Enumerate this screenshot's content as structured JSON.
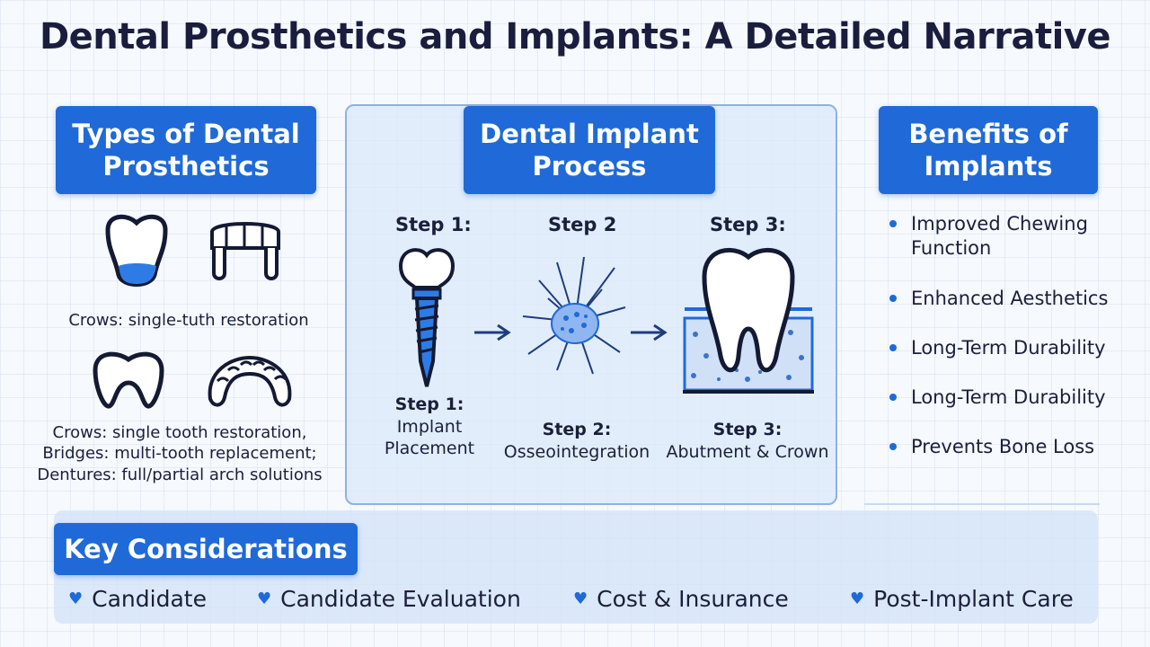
{
  "title": "Dental Prosthetics and Implants: A Detailed Narrative",
  "colors": {
    "accent": "#1f6ad8",
    "panel": "#dae8fa",
    "text": "#1b1f3a"
  },
  "left_panel": {
    "heading_line1": "Types of Dental",
    "heading_line2": "Prosthetics",
    "caption_top": "Crows: single-tuth restoration",
    "caption_bottom_line1": "Crows: single tooth restoration,",
    "caption_bottom_line2": "Bridges: multi-tooth replacement;",
    "caption_bottom_line3": "Dentures: full/partial arch solutions",
    "icons": [
      "crown-tooth-icon",
      "bridge-teeth-icon",
      "molar-outline-icon",
      "denture-arch-icon"
    ]
  },
  "middle_panel": {
    "heading_line1": "Dental Implant",
    "heading_line2": "Process",
    "steps": [
      {
        "label": "Step 1:",
        "caption_line1": "Step 1:",
        "caption_line2": "Implant",
        "caption_line3": "Placement",
        "icon": "implant-screw-icon"
      },
      {
        "label": "Step 2",
        "caption_line1": "Step 2:",
        "caption_line2": "Osseointegration",
        "icon": "bone-integration-icon"
      },
      {
        "label": "Step 3:",
        "caption_line1": "Step 3:",
        "caption_line2": "Abutment & Crown",
        "icon": "tooth-in-bone-icon"
      }
    ]
  },
  "right_panel": {
    "heading_line1": "Benefits of",
    "heading_line2": "Implants",
    "benefits": [
      {
        "line1": "Improved Chewing",
        "line2": "Function"
      },
      {
        "line1": "Enhanced Aesthetics",
        "line2": ""
      },
      {
        "line1": "Long-Term Durability",
        "line2": ""
      },
      {
        "line1": "Long-Term Durability",
        "line2": ""
      },
      {
        "line1": "Prevents Bone Loss",
        "line2": ""
      }
    ]
  },
  "key_considerations": {
    "heading": "Key Considerations",
    "items": [
      "Candidate",
      "Candidate Evaluation",
      "Cost & Insurance",
      "Post-Implant Care"
    ]
  }
}
